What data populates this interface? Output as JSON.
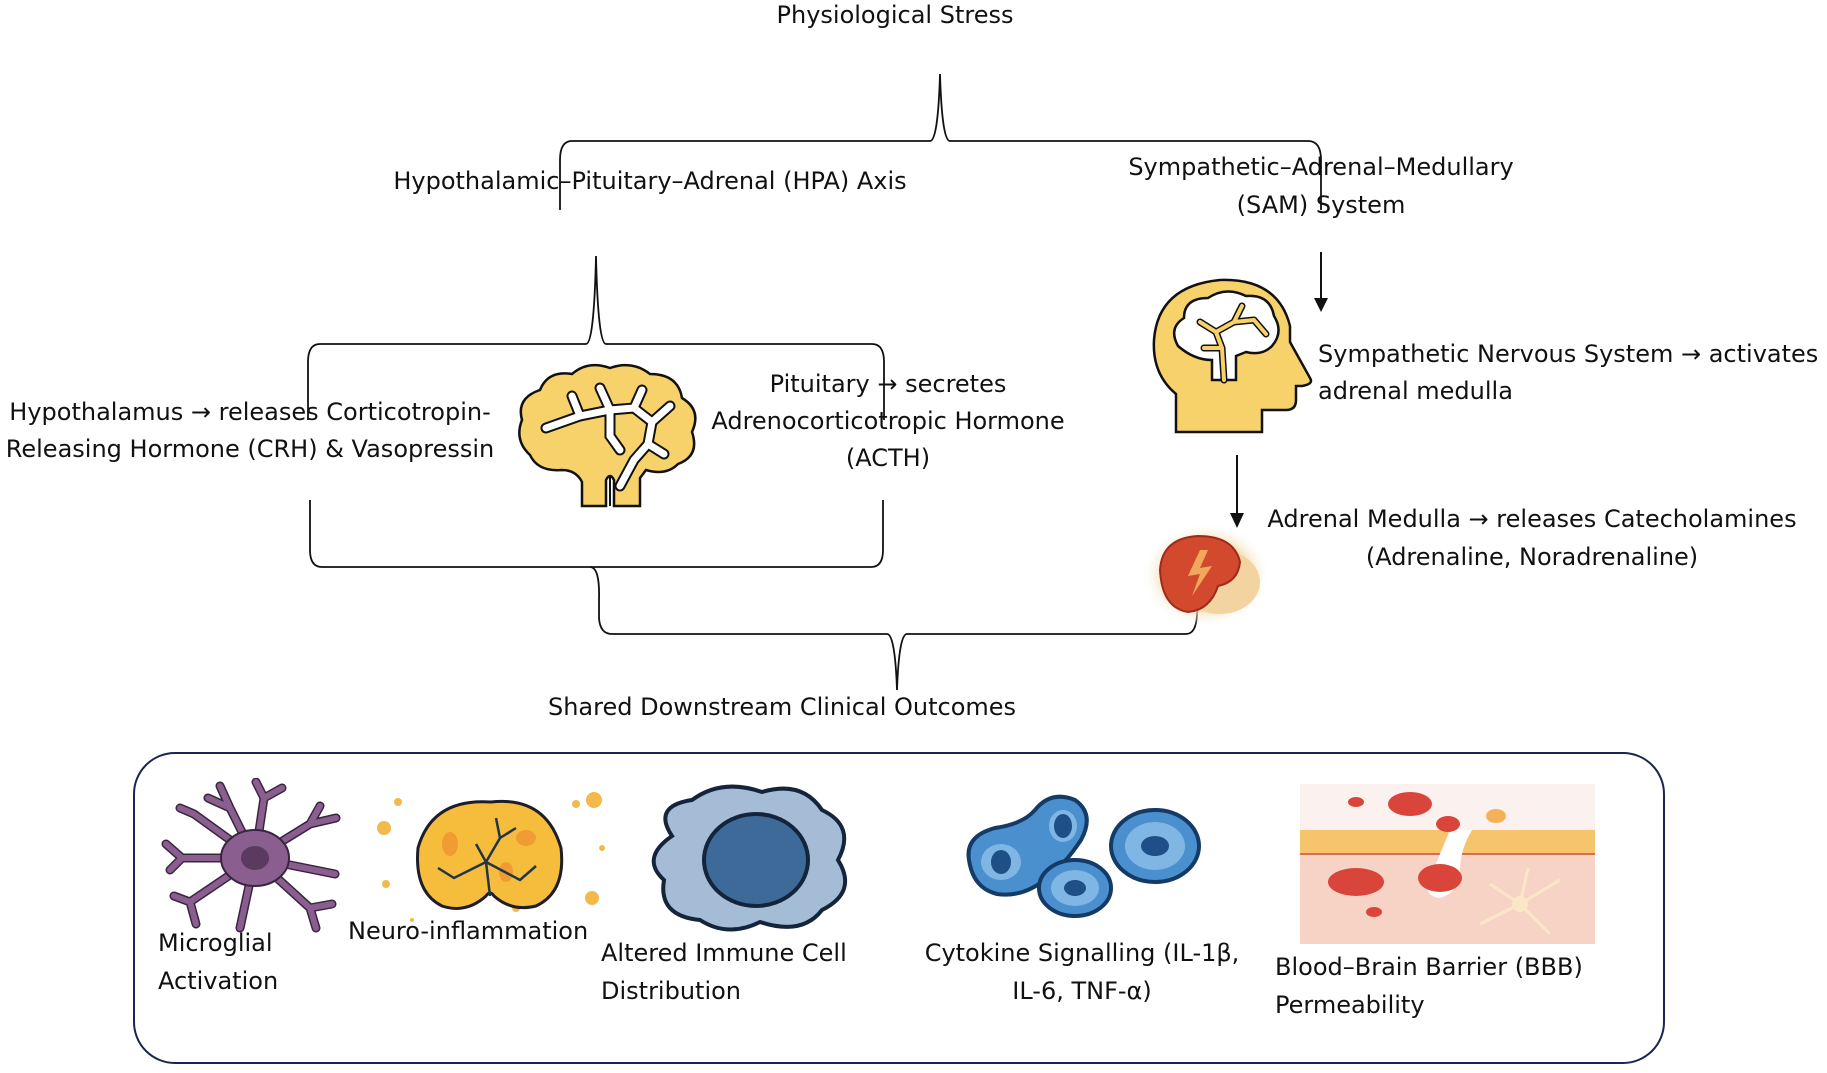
{
  "title": "Physiological Stress",
  "hpa": {
    "heading": "Hypothalamic–Pituitary–Adrenal (HPA) Axis",
    "hypothalamus_line1": "Hypothalamus → releases Corticotropin-",
    "hypothalamus_line2": "Releasing Hormone (CRH) & Vasopressin",
    "pituitary_line1": "Pituitary → secretes",
    "pituitary_line2": "Adrenocorticotropic Hormone",
    "pituitary_line3": "(ACTH)",
    "icon": "brain-icon"
  },
  "sam": {
    "heading_line1": "Sympathetic–Adrenal–Medullary",
    "heading_line2": "(SAM) System",
    "sns_line1": "Sympathetic Nervous System → activates",
    "sns_line2": "adrenal medulla",
    "medulla_line1": "Adrenal Medulla → releases Catecholamines",
    "medulla_line2": "(Adrenaline, Noradrenaline)",
    "head_icon": "head-brain-icon",
    "adrenal_icon": "adrenal-gland-icon"
  },
  "shared": {
    "heading": "Shared Downstream Clinical Outcomes",
    "outcomes": [
      {
        "line1": "Microglial",
        "line2": "Activation",
        "icon": "microglia-icon"
      },
      {
        "line1": "Neuro-inflammation",
        "line2": "",
        "icon": "inflamed-brain-icon"
      },
      {
        "line1": "Altered Immune Cell",
        "line2": "Distribution",
        "icon": "immune-cell-icon"
      },
      {
        "line1": "Cytokine Signalling (IL-1β,",
        "line2": "IL-6, TNF-α)",
        "icon": "cytokine-cells-icon"
      },
      {
        "line1": "Blood–Brain Barrier (BBB)",
        "line2": "Permeability",
        "icon": "bbb-icon"
      }
    ]
  },
  "colors": {
    "brain_yellow": "#F7D26A",
    "outline": "#1a1a1a",
    "panel_border": "#1b2550",
    "microglia": "#8a5f8f",
    "immune_outer": "#9db7d3",
    "immune_inner": "#3e6a98",
    "cytokine": "#4a90cf",
    "adrenal_red": "#d24a2e"
  }
}
